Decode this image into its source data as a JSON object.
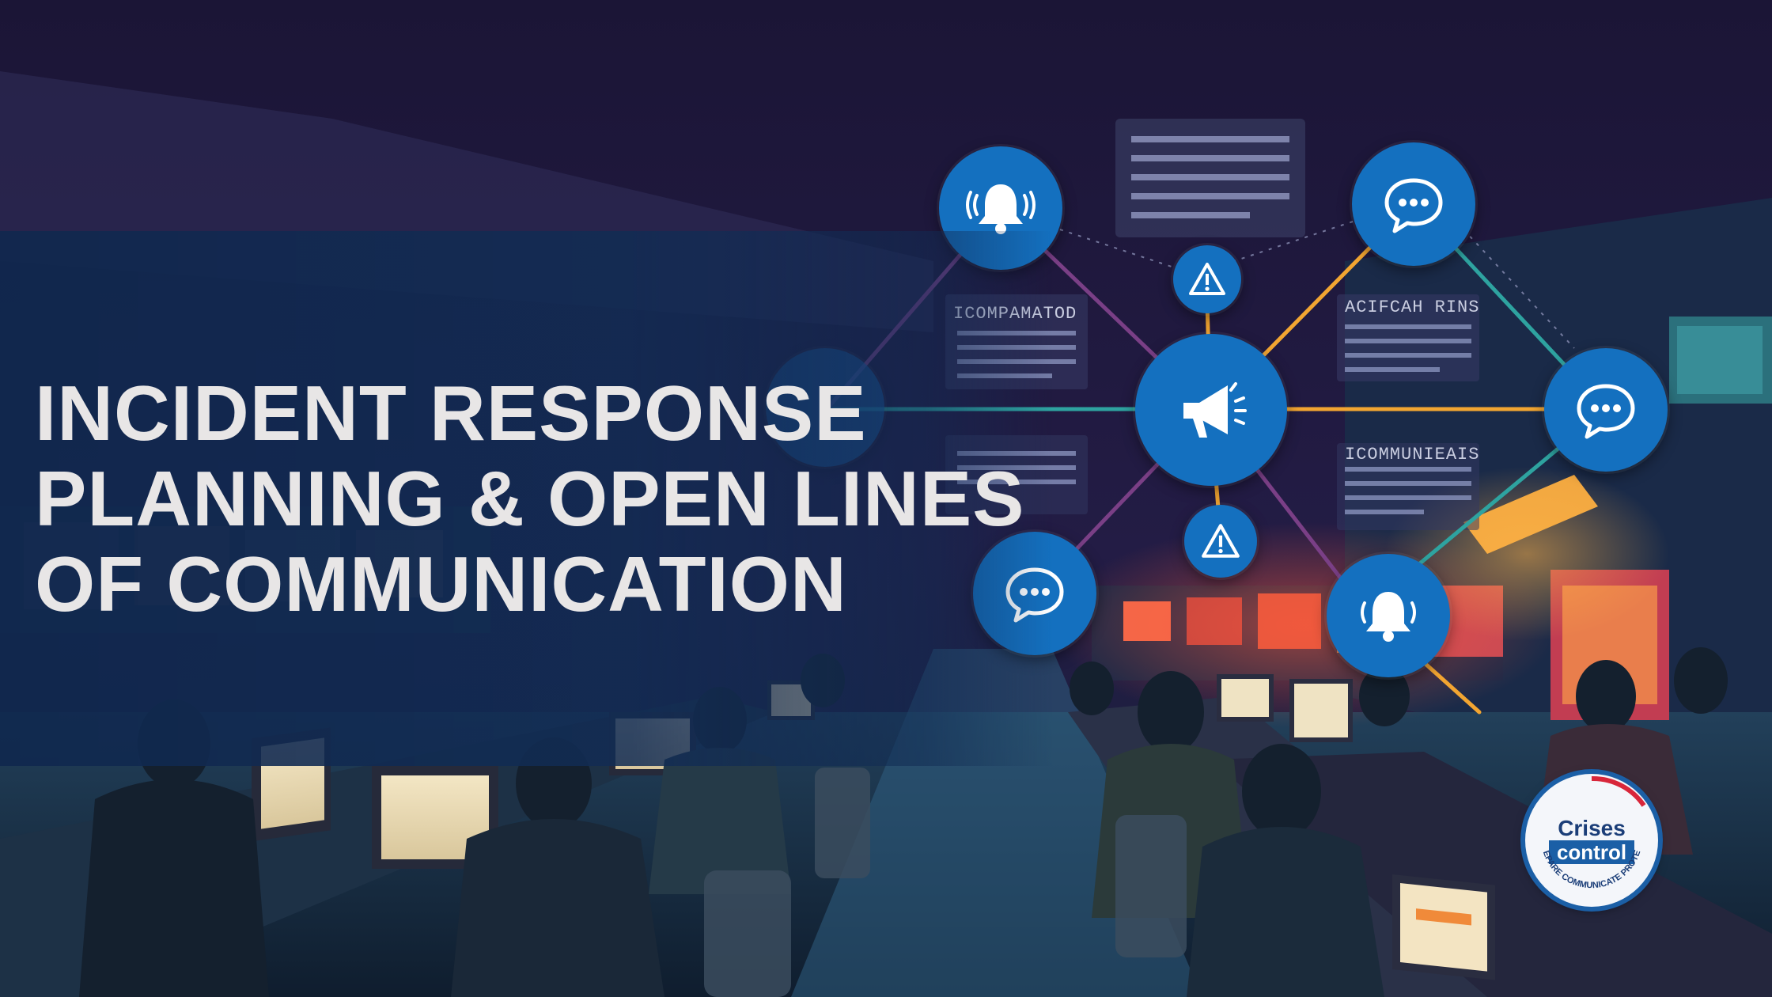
{
  "headline": {
    "line1": "INCIDENT RESPONSE",
    "line2": "PLANNING & OPEN LINES",
    "line3": "OF COMMUNICATION"
  },
  "panels": {
    "left_top": "ICOMPAMATOD",
    "right_top": "ACIFCAH RINS",
    "right_mid": "ICOMMUNIEAIS"
  },
  "logo": {
    "brand_top": "Crises",
    "brand_bottom": "control",
    "tagline": "PREPARE  COMMUNICATE  PROTECT"
  },
  "icons": [
    "bell-icon",
    "chat-icon",
    "warning-icon",
    "megaphone-icon"
  ],
  "colors": {
    "node_blue": "#1470bf",
    "band_navy": "#12284e",
    "line_orange": "#f2a531",
    "line_purple": "#7a3f86",
    "line_teal": "#2ea3a0"
  }
}
